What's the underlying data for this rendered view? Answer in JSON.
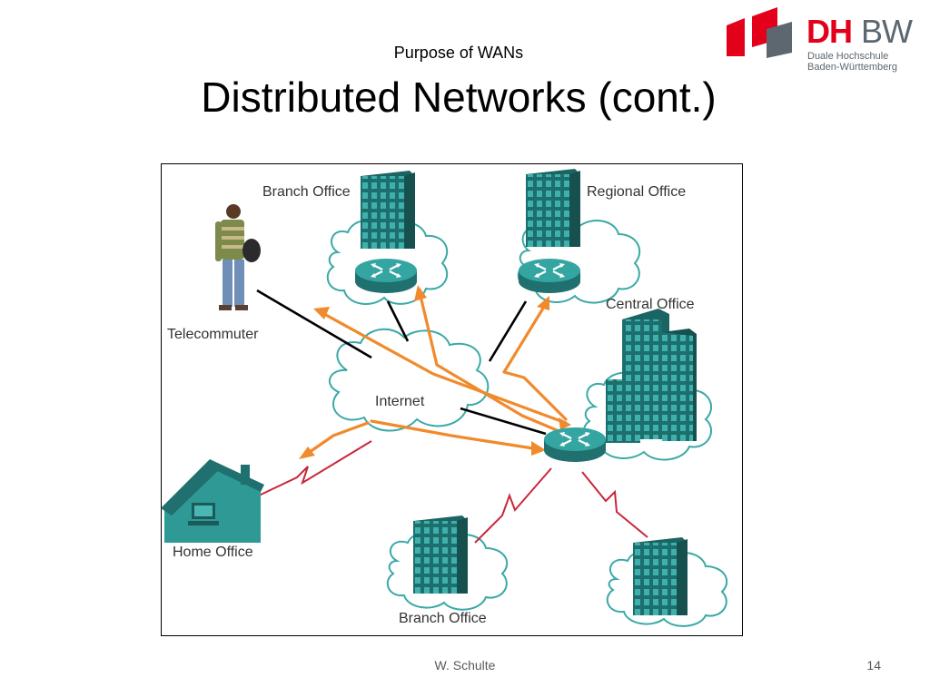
{
  "slide": {
    "subtitle": "Purpose of WANs",
    "title": "Distributed Networks (cont.)"
  },
  "logo": {
    "mark_left": "DH",
    "mark_right": "BW",
    "line1": "Duale Hochschule",
    "line2": "Baden-Württemberg",
    "colors": {
      "red": "#e2001a",
      "gray": "#5d6770"
    }
  },
  "diagram": {
    "labels": {
      "branch_office_top": "Branch Office",
      "regional_office": "Regional Office",
      "central_office": "Central Office",
      "telecommuter": "Telecommuter",
      "internet": "Internet",
      "home_office": "Home Office",
      "branch_office_bottom": "Branch Office"
    },
    "colors": {
      "device_teal": "#2a8f8c",
      "arrow_orange": "#f08a2c",
      "wan_link_red": "#c8283a",
      "wired_link": "#000000",
      "cloud_outline": "#3aa9a6"
    }
  },
  "footer": {
    "author": "W. Schulte",
    "page": "14"
  }
}
